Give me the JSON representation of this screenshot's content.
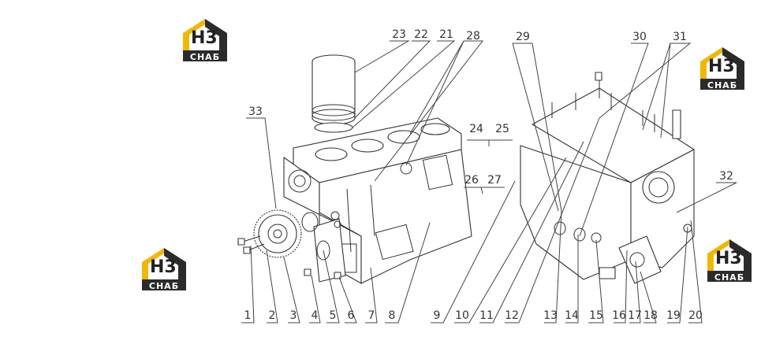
{
  "diagram": {
    "part_numbers": [
      "1",
      "2",
      "3",
      "4",
      "5",
      "6",
      "7",
      "8",
      "9",
      "10",
      "11",
      "12",
      "13",
      "14",
      "15",
      "16",
      "17",
      "18",
      "19",
      "20",
      "21",
      "22",
      "23",
      "24",
      "25",
      "26",
      "27",
      "28",
      "29",
      "30",
      "31",
      "32",
      "33"
    ]
  },
  "watermark": {
    "logo_mark": "H3",
    "logo_text": "CHAБ",
    "brand_color": "#f2b705",
    "dark_color": "#2b2b2b"
  }
}
